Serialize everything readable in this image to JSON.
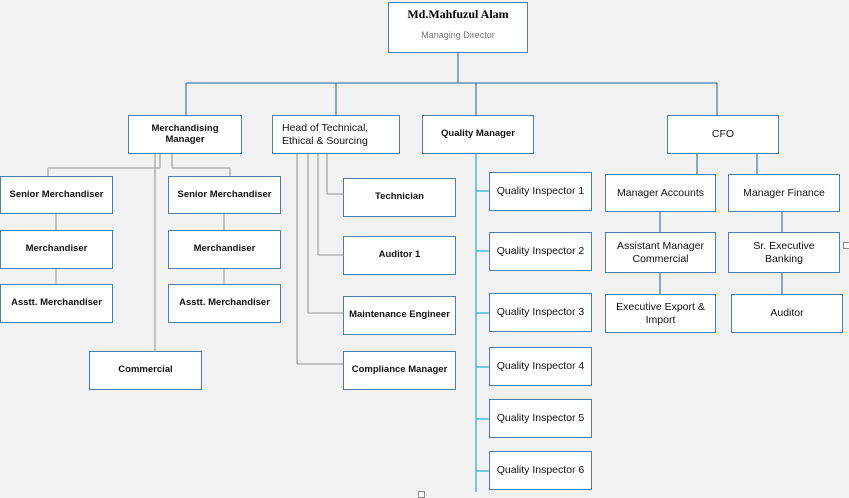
{
  "colors": {
    "line": "#4a7fab",
    "grey_line": "#a8a8a8",
    "cyan_line": "#33b1d8",
    "box_border": "#4a7fab",
    "background": "#f2f2f2"
  },
  "md": {
    "name": "Md.Mahfuzul Alam",
    "title": "Managing Director"
  },
  "nodes": {
    "merch_manager": "Merchandising Manager",
    "head_tech": "Head of Technical, Ethical & Sourcing",
    "quality_manager": "Quality Manager",
    "cfo": "CFO",
    "senior_merch_1": "Senior Merchandiser",
    "merch_1": "Merchandiser",
    "asst_merch_1": "Asstt. Merchandiser",
    "senior_merch_2": "Senior Merchandiser",
    "merch_2": "Merchandiser",
    "asst_merch_2": "Asstt. Merchandiser",
    "commercial": "Commercial",
    "technician": "Technician",
    "auditor_1": "Auditor 1",
    "maintenance_engineer": "Maintenance Engineer",
    "compliance_manager": "Compliance Manager",
    "qi_1": "Quality Inspector 1",
    "qi_2": "Quality Inspector 2",
    "qi_3": "Quality Inspector 3",
    "qi_4": "Quality Inspector 4",
    "qi_5": "Quality Inspector 5",
    "qi_6": "Quality Inspector 6",
    "manager_accounts": "Manager Accounts",
    "asst_manager_commercial": "Assistant Manager Commercial",
    "exec_export_import": "Executive Export & Import",
    "manager_finance": "Manager Finance",
    "sr_exec_banking": "Sr. Executive Banking",
    "auditor": "Auditor"
  }
}
